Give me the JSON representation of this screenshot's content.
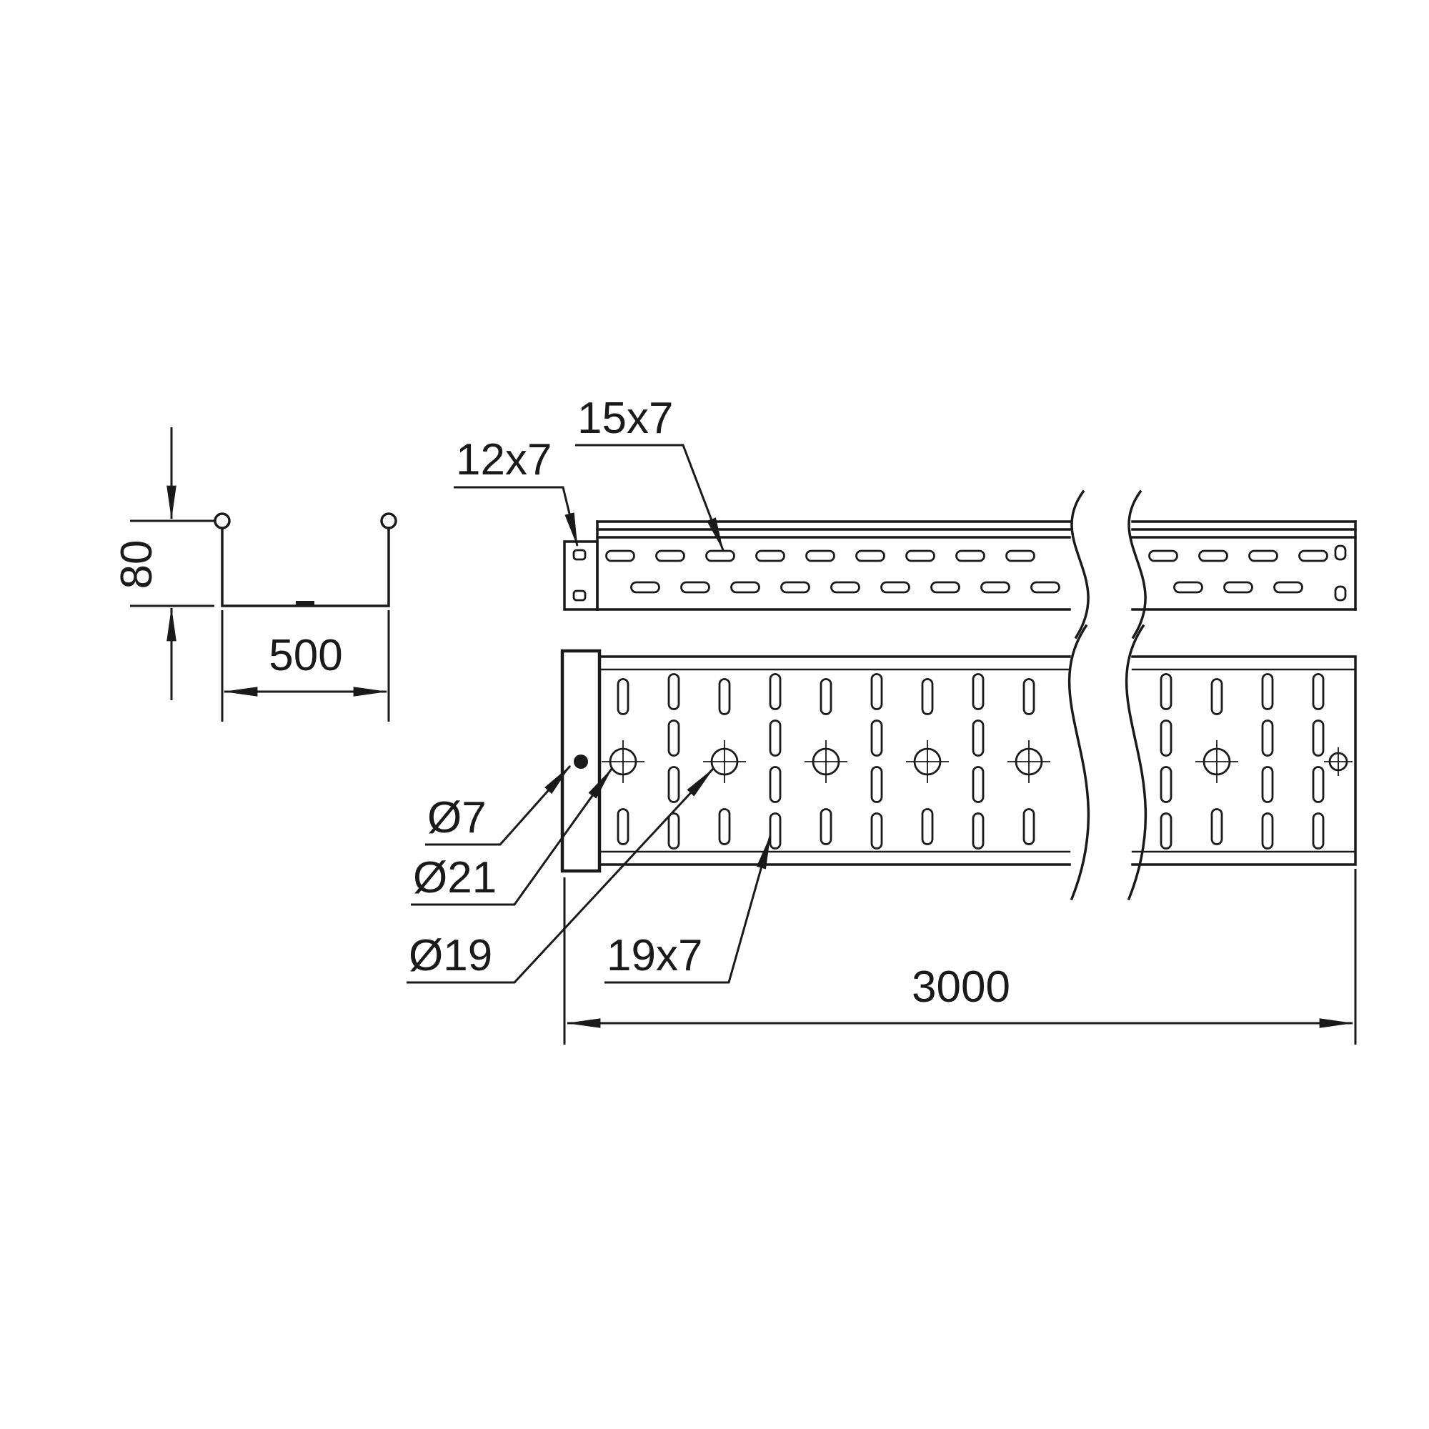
{
  "drawing": {
    "labels": {
      "dim_80": "80",
      "dim_500": "500",
      "dim_3000": "3000",
      "slot_12x7": "12x7",
      "slot_15x7": "15x7",
      "slot_19x7": "19x7",
      "dia_7": "Ø7",
      "dia_21": "Ø21",
      "dia_19": "Ø19"
    },
    "colors": {
      "line": "#1a1a1a",
      "background": "#ffffff"
    }
  }
}
